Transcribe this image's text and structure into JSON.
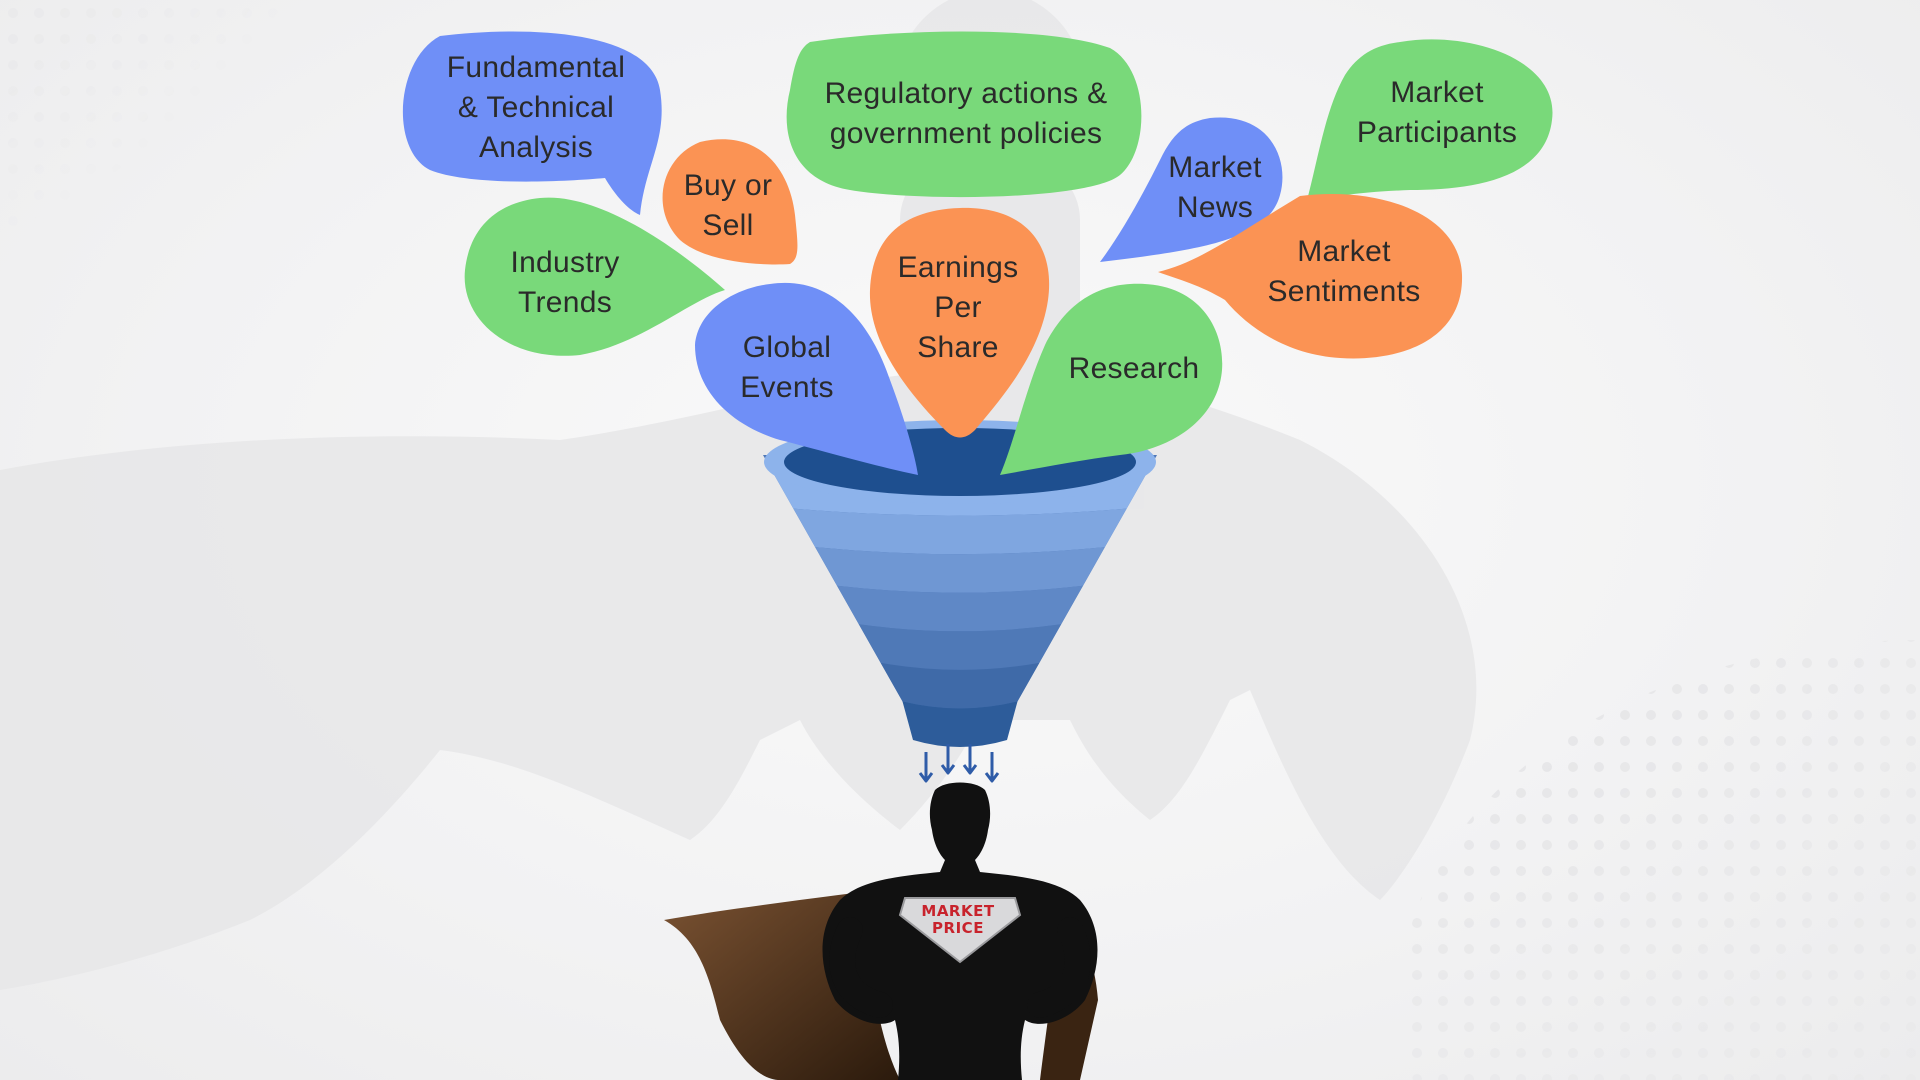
{
  "colors": {
    "blue": "#6f8ff7",
    "orange": "#fb9354",
    "green": "#79d97a",
    "funnel_top": "#1e4f8f",
    "funnel_light": "#8db3eb",
    "funnel_dark": "#2d5c9a",
    "arrow": "#2f5ca8",
    "silhouette": "#111111",
    "cape": "#5a3a22",
    "chest_text": "#c8232c"
  },
  "bubbles": [
    {
      "id": "fundamental-technical-analysis",
      "text": "Fundamental\n& Technical\nAnalysis",
      "color": "blue"
    },
    {
      "id": "buy-or-sell",
      "text": "Buy or\nSell",
      "color": "orange"
    },
    {
      "id": "regulatory-actions",
      "text": "Regulatory actions &\ngovernment policies",
      "color": "green"
    },
    {
      "id": "market-news",
      "text": "Market\nNews",
      "color": "blue"
    },
    {
      "id": "market-participants",
      "text": "Market\nParticipants",
      "color": "green"
    },
    {
      "id": "industry-trends",
      "text": "Industry\nTrends",
      "color": "green"
    },
    {
      "id": "earnings-per-share",
      "text": "Earnings\nPer\nShare",
      "color": "orange"
    },
    {
      "id": "market-sentiments",
      "text": "Market\nSentiments",
      "color": "orange"
    },
    {
      "id": "global-events",
      "text": "Global\nEvents",
      "color": "blue"
    },
    {
      "id": "research",
      "text": "Research",
      "color": "green"
    }
  ],
  "chest_emblem": {
    "text": "MARKET\nPRICE"
  },
  "funnel": {
    "arrow_icon": "down-arrow-icon",
    "arrow_count": 4
  }
}
